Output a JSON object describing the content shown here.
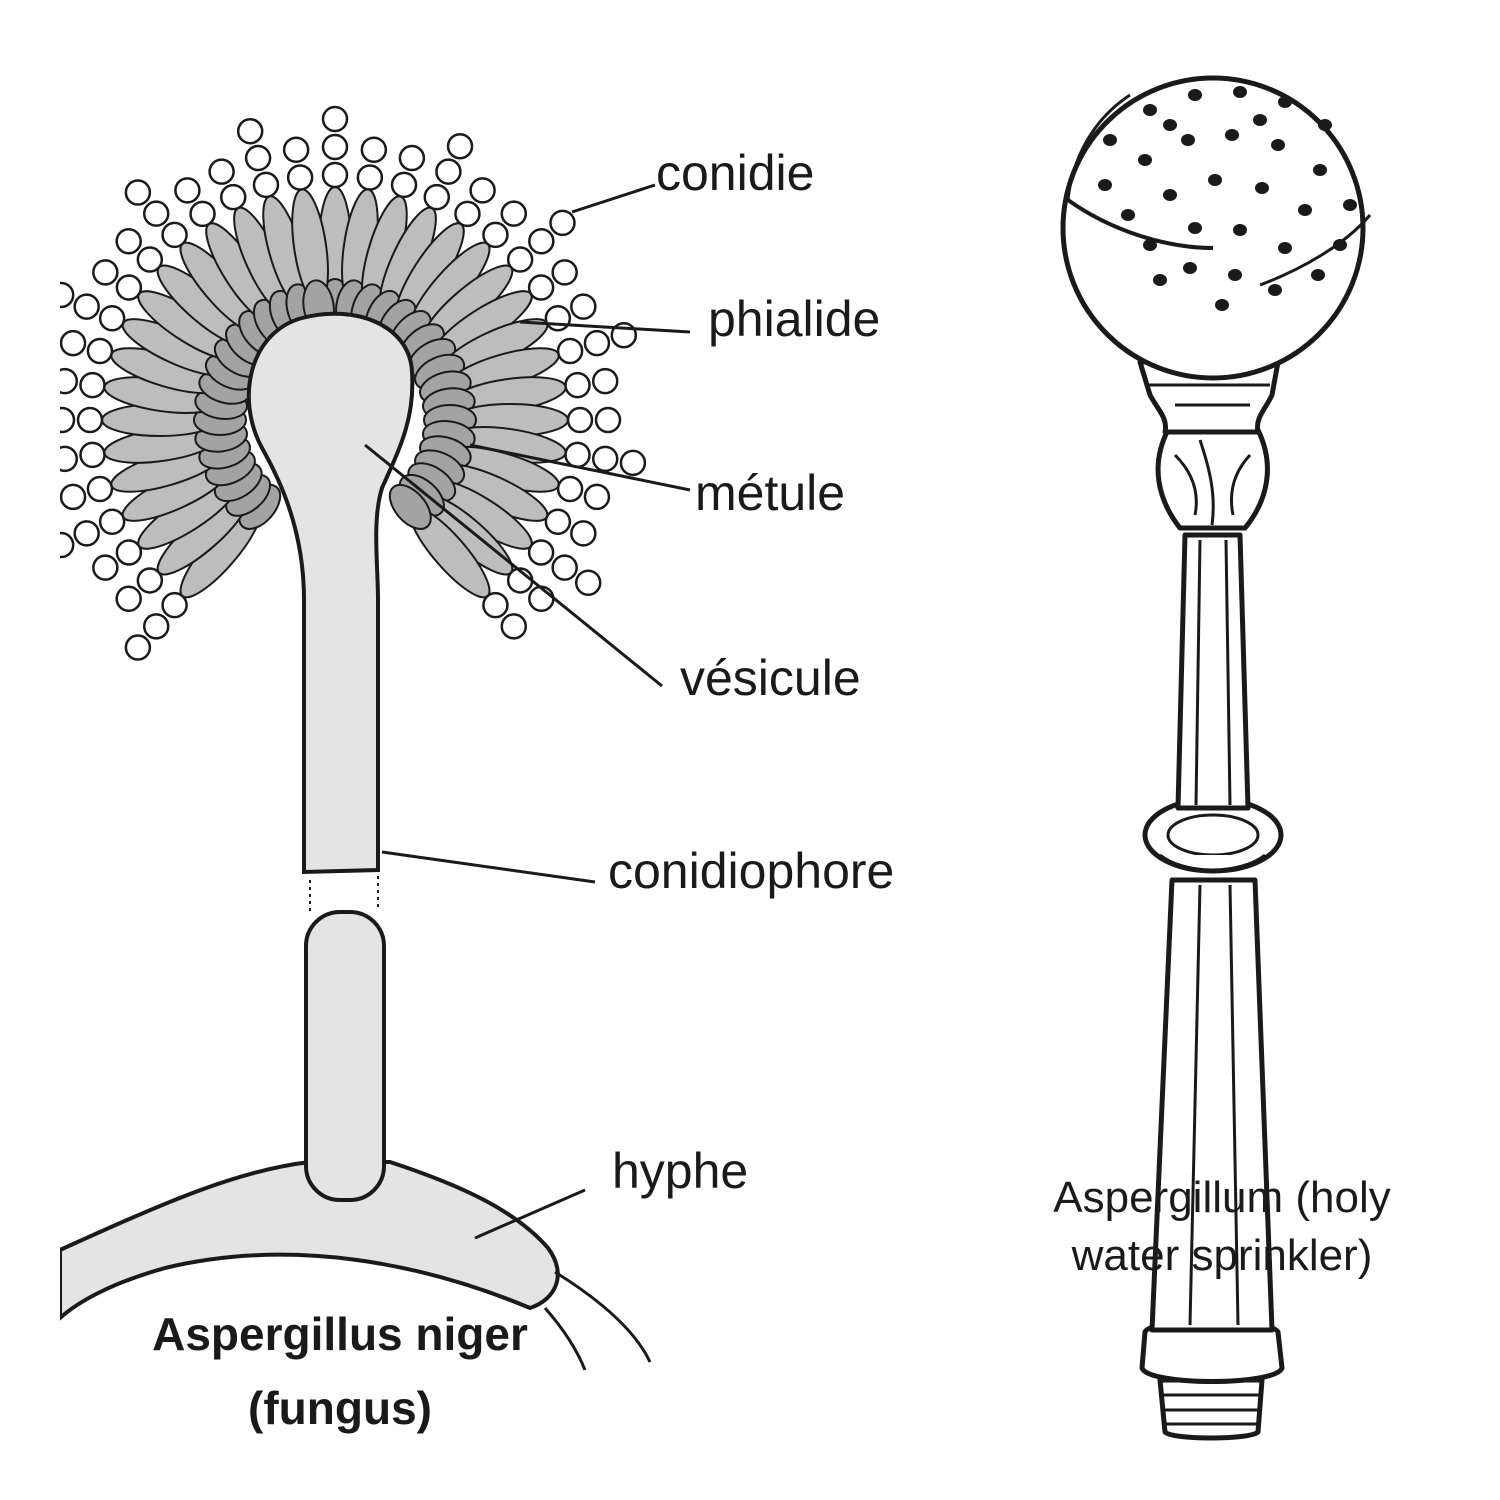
{
  "fungus": {
    "labels": {
      "conidie": "conidie",
      "phialide": "phialide",
      "metule": "métule",
      "vesicule": "vésicule",
      "conidiophore": "conidiophore",
      "hyphe": "hyphe"
    },
    "caption": {
      "line1": "Aspergillus niger",
      "line2": "(fungus)"
    },
    "colors": {
      "outline": "#1a1a1a",
      "vesicle": "#e4e4e4",
      "phialide": "#bdbdbd",
      "metule": "#a3a3a3",
      "conidium": "#ffffff"
    }
  },
  "sprinkler": {
    "caption": {
      "line1": "Aspergillum (holy",
      "line2": "water sprinkler)"
    }
  }
}
